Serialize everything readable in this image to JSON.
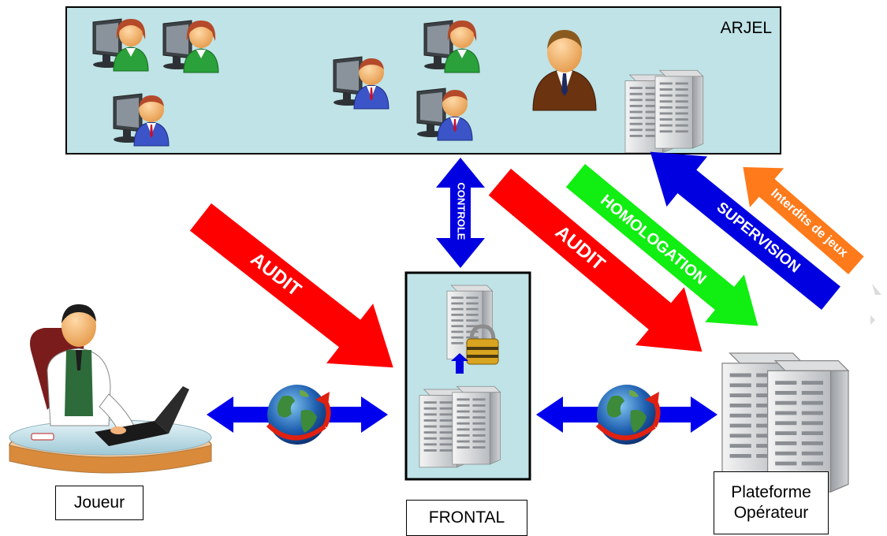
{
  "boxes": {
    "arjel": "ARJEL",
    "joueur": "Joueur",
    "frontal": "FRONTAL",
    "plateforme_line1": "Plateforme",
    "plateforme_line2": "Opérateur"
  },
  "arrows": {
    "audit_left": "AUDIT",
    "controle": "CONTROLE",
    "audit_right": "AUDIT",
    "homologation": "HOMOLOGATION",
    "supervision": "SUPERVISION",
    "interdits": "Interdits de jeux"
  },
  "icons": [
    "user-workstation-icon",
    "manager-icon",
    "server-icon",
    "padlock-icon",
    "globe-icon",
    "player-at-laptop-icon"
  ],
  "colors": {
    "arjel_fill": "#bfe3e6",
    "frontal_fill": "#bfe3e6",
    "audit": "#ff0000",
    "controle": "#0000e0",
    "homologation": "#11ee11",
    "supervision": "#0000e0",
    "interdits": "#ff7a1a",
    "network": "#0000ee"
  }
}
